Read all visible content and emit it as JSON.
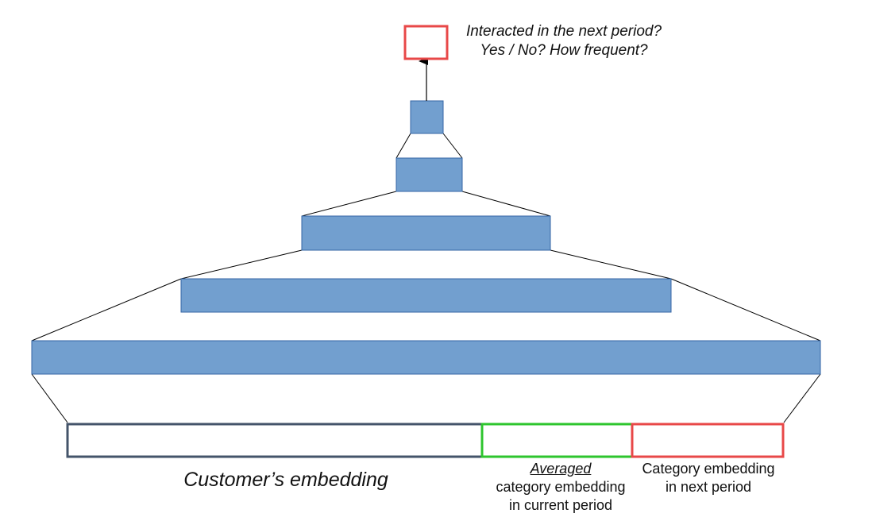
{
  "output": {
    "question_line1": "Interacted in the next period?",
    "question_line2": "Yes / No? How frequent?"
  },
  "inputs": {
    "customer_embedding": "Customer’s embedding",
    "averaged_word": "Averaged",
    "averaged_rest_line1": "category embedding",
    "averaged_rest_line2": "in current period",
    "next_line1": "Category embedding",
    "next_line2": "in next period"
  },
  "colors": {
    "layer_fill": "#729fcf",
    "layer_stroke": "#3465a4",
    "customer_box": "#44546a",
    "averaged_box": "#2ec52e",
    "next_box": "#e84848",
    "output_box": "#e84848"
  }
}
